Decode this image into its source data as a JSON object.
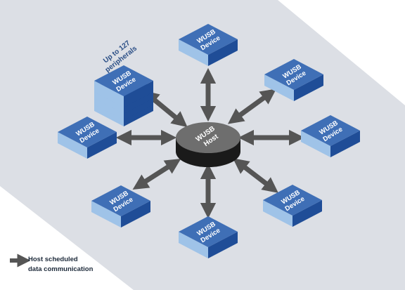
{
  "colors": {
    "background_band": "#dcdfe5",
    "device_top": "#3f6fb6",
    "device_side": "#9fc3e8",
    "device_front": "#1f4d97",
    "host_top": "#6e6e6e",
    "host_side": "#1a1a1a",
    "arrow": "#555555"
  },
  "host": {
    "line1": "WUSB",
    "line2": "Host"
  },
  "devices": [
    {
      "line1": "WUSB",
      "line2": "Device"
    },
    {
      "line1": "WUSB",
      "line2": "Device"
    },
    {
      "line1": "WUSB",
      "line2": "Device"
    },
    {
      "line1": "WUSB",
      "line2": "Device"
    },
    {
      "line1": "WUSB",
      "line2": "Device"
    },
    {
      "line1": "WUSB",
      "line2": "Device"
    },
    {
      "line1": "WUSB",
      "line2": "Device"
    },
    {
      "line1": "WUSB",
      "line2": "Device"
    }
  ],
  "stack": {
    "line1": "WUSB",
    "line2": "Device",
    "caption_line1": "Up to 127",
    "caption_line2": "peripherals"
  },
  "legend": {
    "line1": "Host scheduled",
    "line2": "data communication"
  }
}
